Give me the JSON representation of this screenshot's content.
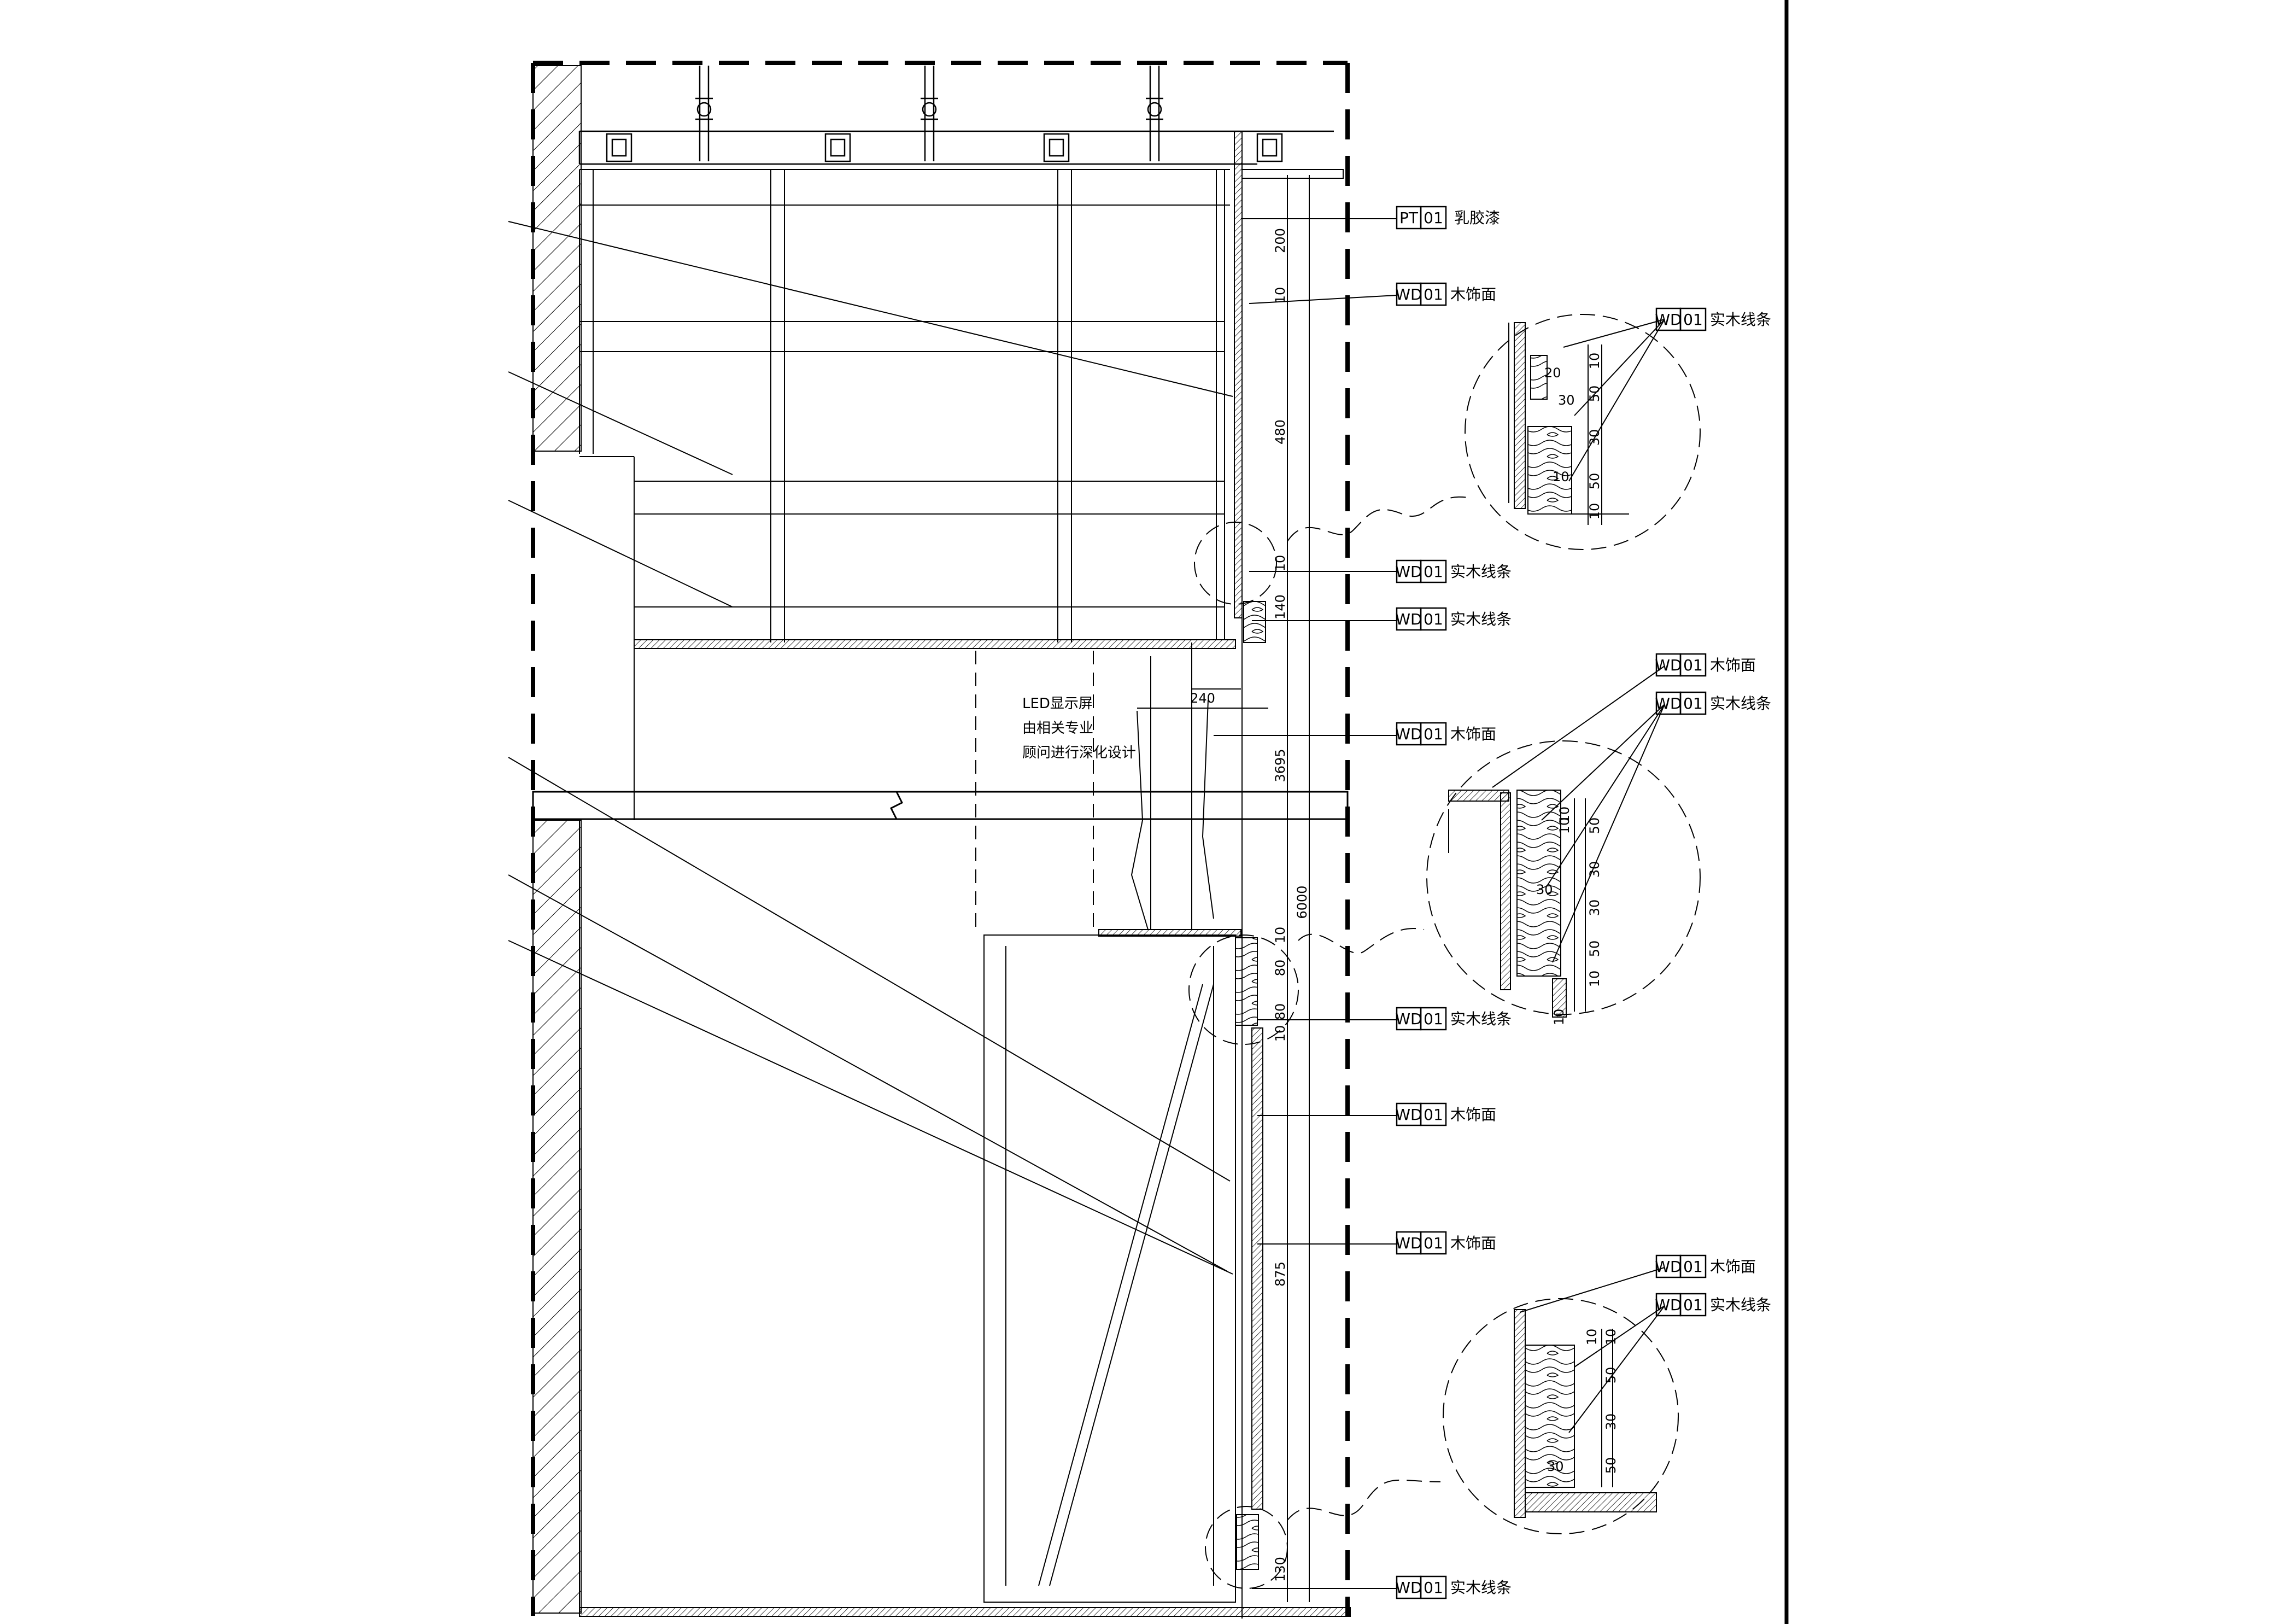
{
  "tags": [
    {
      "code": "PT",
      "num": "01",
      "desc": "乳胶漆"
    },
    {
      "code": "WD",
      "num": "01",
      "desc": "木饰面"
    },
    {
      "code": "WD",
      "num": "01",
      "desc": "实木线条"
    },
    {
      "code": "WD",
      "num": "01",
      "desc": "实木线条"
    },
    {
      "code": "WD",
      "num": "01",
      "desc": "木饰面"
    },
    {
      "code": "WD",
      "num": "01",
      "desc": "实木线条"
    },
    {
      "code": "WD",
      "num": "01",
      "desc": "木饰面"
    },
    {
      "code": "WD",
      "num": "01",
      "desc": "木饰面"
    },
    {
      "code": "WD",
      "num": "01",
      "desc": "实木线条"
    }
  ],
  "detail_tags": [
    {
      "code": "WD",
      "num": "01",
      "desc": "实木线条"
    },
    {
      "code": "WD",
      "num": "01",
      "desc": "木饰面"
    },
    {
      "code": "WD",
      "num": "01",
      "desc": "实木线条"
    },
    {
      "code": "WD",
      "num": "01",
      "desc": "木饰面"
    },
    {
      "code": "WD",
      "num": "01",
      "desc": "实木线条"
    }
  ],
  "led_note": [
    "LED显示屏",
    "由相关专业",
    "顾问进行深化设计"
  ],
  "dimensions": {
    "main_vertical": [
      "200",
      "10",
      "480",
      "10",
      "140",
      "3695",
      "10",
      "80",
      "80",
      "10",
      "875",
      "130"
    ],
    "overall_height": "6000",
    "depth": "240"
  },
  "detail_dimensions": {
    "detail1": [
      "10",
      "20",
      "30",
      "50",
      "30",
      "10",
      "50",
      "10"
    ],
    "detail2": [
      "10",
      "10",
      "50",
      "30",
      "30",
      "30",
      "50",
      "10",
      "10"
    ],
    "detail3": [
      "10",
      "10",
      "50",
      "30",
      "30",
      "50"
    ]
  }
}
